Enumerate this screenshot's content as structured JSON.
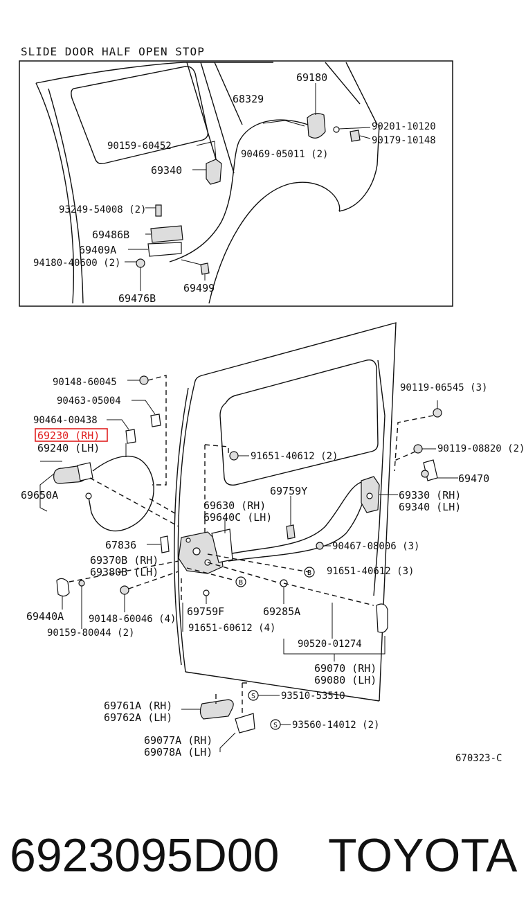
{
  "diagram": {
    "inset_title": "SLIDE DOOR HALF OPEN STOP",
    "inset_labels": [
      "69180",
      "68329",
      "90201-10120",
      "90179-10148",
      "90159-60452",
      "90469-05011 (2)",
      "69340",
      "93249-54008 (2)",
      "69486B",
      "69409A",
      "94180-40600 (2)",
      "69476B",
      "69499"
    ],
    "main_labels": [
      "90148-60045",
      "90463-05004",
      "90464-00438",
      "69240 (LH)",
      "69650A",
      "90119-06545 (3)",
      "90119-08820 (2)",
      "91651-40612 (2)",
      "69470",
      "69759Y",
      "69630 (RH)",
      "69640C (LH)",
      "69330 (RH)",
      "69340 (LH)",
      "67836",
      "90467-08006 (3)",
      "69370B (RH)",
      "69380B (LH)",
      "91651-40612 (3)",
      "69440A",
      "90148-60046 (4)",
      "69759F",
      "69285A",
      "90159-80044 (2)",
      "91651-60612 (4)",
      "90520-01274",
      "69070 (RH)",
      "69080 (LH)",
      "69761A (RH)",
      "69762A (LH)",
      "93510-53510",
      "93560-14012 (2)",
      "69077A (RH)",
      "69078A (LH)"
    ],
    "highlighted_label": "69230 (RH)",
    "highlight_color": "#e02020",
    "figure_code": "670323-C",
    "clip_symbol_B": "B",
    "clip_symbol_S": "S"
  },
  "footer": {
    "part_number": "6923095D00",
    "brand": "TOYOTA"
  }
}
